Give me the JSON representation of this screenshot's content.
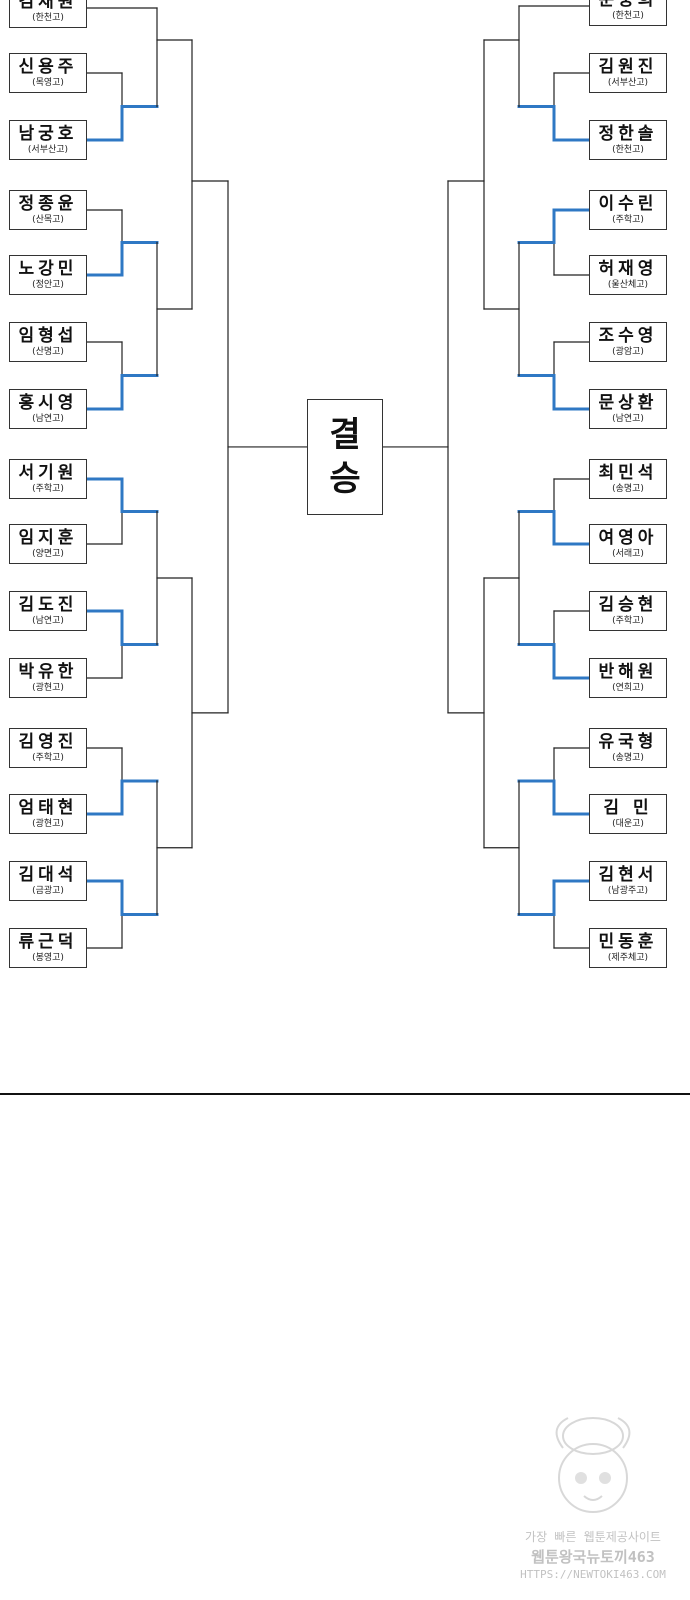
{
  "final_label": [
    "결",
    "승"
  ],
  "left_players": [
    {
      "name": "김채원",
      "school": "(한천고)"
    },
    {
      "name": "신용주",
      "school": "(목영고)"
    },
    {
      "name": "남궁호",
      "school": "(서부산고)"
    },
    {
      "name": "정종윤",
      "school": "(산목고)"
    },
    {
      "name": "노강민",
      "school": "(정안고)"
    },
    {
      "name": "임형섭",
      "school": "(산명고)"
    },
    {
      "name": "홍시영",
      "school": "(남연고)"
    },
    {
      "name": "서기원",
      "school": "(주학고)"
    },
    {
      "name": "임지훈",
      "school": "(양면고)"
    },
    {
      "name": "김도진",
      "school": "(남연고)"
    },
    {
      "name": "박유한",
      "school": "(광현고)"
    },
    {
      "name": "김영진",
      "school": "(주학고)"
    },
    {
      "name": "엄태현",
      "school": "(광현고)"
    },
    {
      "name": "김대석",
      "school": "(금광고)"
    },
    {
      "name": "류근덕",
      "school": "(봉영고)"
    }
  ],
  "right_players": [
    {
      "name": "문중희",
      "school": "(한천고)"
    },
    {
      "name": "김원진",
      "school": "(서부산고)"
    },
    {
      "name": "정한솔",
      "school": "(한천고)"
    },
    {
      "name": "이수린",
      "school": "(주학고)"
    },
    {
      "name": "허재영",
      "school": "(울산체고)"
    },
    {
      "name": "조수영",
      "school": "(광암고)"
    },
    {
      "name": "문상환",
      "school": "(남연고)"
    },
    {
      "name": "최민석",
      "school": "(송명고)"
    },
    {
      "name": "여영아",
      "school": "(서래고)"
    },
    {
      "name": "김승현",
      "school": "(주학고)"
    },
    {
      "name": "반해원",
      "school": "(연희고)"
    },
    {
      "name": "유국형",
      "school": "(송명고)"
    },
    {
      "name": "김  민",
      "school": "(대운고)"
    },
    {
      "name": "김현서",
      "school": "(남광주고)"
    },
    {
      "name": "민동훈",
      "school": "(제주체고)"
    }
  ],
  "winner_color": "#2f78c4",
  "line_color": "#222222",
  "watermark": {
    "line1": "가장 빠른 웹툰제공사이트",
    "line2": "웹툰왕국뉴토끼463",
    "line3": "HTTPS://NEWTOKI463.COM"
  }
}
